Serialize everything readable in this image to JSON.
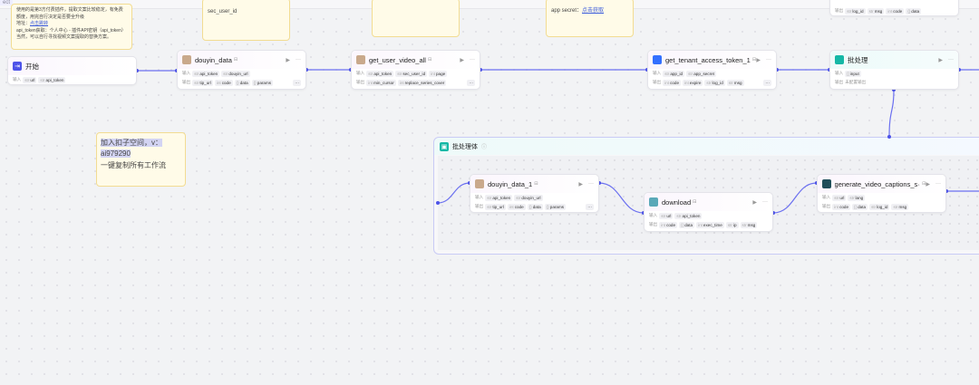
{
  "topbar": {
    "tag": "ect"
  },
  "notes": {
    "plugin_note": {
      "line1": "使用的是第3方付费插件，提取文案比较稳定，有免费额度，用完自行决定是否要全升级",
      "addr_label": "地址：",
      "addr_link": "点击跳转",
      "line3": "api_token获取：个人中心 - 插件API密钥（api_token）",
      "line4": "当然，可以自行寻找视频文案提取的替换方案。"
    },
    "note2": {
      "text": "sec_user_id"
    },
    "note4": {
      "text": "app secret：",
      "link": "点击获取"
    },
    "promo": {
      "line1": "加入扣子空间，v：",
      "line2": "ai979290",
      "line3": "一键复制所有工作流"
    }
  },
  "labels": {
    "in": "输入",
    "out": "输出"
  },
  "nodes": [
    {
      "id": "start",
      "title": "开始",
      "icon": "start-icon",
      "color": "#4d53e8",
      "inputs": [
        [
          "str",
          "url"
        ],
        [
          "str",
          "api_token"
        ]
      ],
      "outputs": null
    },
    {
      "id": "douyin_data",
      "title": "douyin_data",
      "icon": "avatar-icon",
      "color": "#c9a98c",
      "inputs": [
        [
          "str",
          "api_token"
        ],
        [
          "str",
          "douyin_url"
        ]
      ],
      "outputs": [
        [
          "str",
          "tip_url"
        ],
        [
          "int",
          "code"
        ],
        [
          "{}",
          "data"
        ],
        [
          "{}",
          "params"
        ]
      ],
      "more": true
    },
    {
      "id": "get_user_video_all",
      "title": "get_user_video_all",
      "icon": "avatar-icon",
      "color": "#c9a98c",
      "inputs": [
        [
          "str",
          "api_token"
        ],
        [
          "str",
          "sec_user_id"
        ],
        [
          "int",
          "page"
        ]
      ],
      "outputs": [
        [
          "int",
          "min_cursor"
        ],
        [
          "int",
          "replace_series_cover"
        ]
      ],
      "more": true
    },
    {
      "id": "get_tenant_access_token_1",
      "title": "get_tenant_access_token_1",
      "icon": "feishu-icon",
      "color": "#3370ff",
      "inputs": [
        [
          "str",
          "app_id"
        ],
        [
          "str",
          "app_secret"
        ]
      ],
      "outputs": [
        [
          "int",
          "code"
        ],
        [
          "int",
          "expire"
        ],
        [
          "str",
          "log_id"
        ],
        [
          "str",
          "msg"
        ]
      ],
      "more": true
    },
    {
      "id": "batch",
      "title": "批处理",
      "icon": "batch-icon",
      "color": "#14b8a6",
      "teal": true,
      "inputs": [
        [
          "[]",
          "input"
        ]
      ],
      "outputs_text": "未配置输出"
    },
    {
      "id": "douyin_data_1",
      "title": "douyin_data_1",
      "icon": "avatar-icon",
      "color": "#c9a98c",
      "inputs": [
        [
          "str",
          "api_token"
        ],
        [
          "str",
          "douyin_url"
        ]
      ],
      "outputs": [
        [
          "str",
          "tip_url"
        ],
        [
          "int",
          "code"
        ],
        [
          "{}",
          "data"
        ],
        [
          "{}",
          "params"
        ]
      ],
      "more": true
    },
    {
      "id": "download",
      "title": "download",
      "icon": "download-icon",
      "color": "#5aa9b8",
      "inputs": [
        [
          "str",
          "url"
        ],
        [
          "str",
          "api_token"
        ]
      ],
      "outputs": [
        [
          "int",
          "code"
        ],
        [
          "{}",
          "data"
        ],
        [
          "int",
          "exec_time"
        ],
        [
          "str",
          "ip"
        ],
        [
          "str",
          "msg"
        ]
      ]
    },
    {
      "id": "generate_video_captions",
      "title": "generate_video_captions_s···",
      "icon": "captions-icon",
      "color": "#1f4f5a",
      "inputs": [
        [
          "str",
          "url"
        ],
        [
          "str",
          "lang"
        ]
      ],
      "outputs": [
        [
          "int",
          "code"
        ],
        [
          "{}",
          "data"
        ],
        [
          "str",
          "log_id"
        ],
        [
          "str",
          "msg"
        ]
      ]
    }
  ],
  "top_partial_node": {
    "outputs": [
      [
        "str",
        "log_id"
      ],
      [
        "str",
        "msg"
      ],
      [
        "int",
        "code"
      ],
      [
        "{}",
        "data"
      ]
    ]
  },
  "batch_body": {
    "title": "批处理体",
    "icon": "batch-icon"
  },
  "colors": {
    "accent": "#4d53e8",
    "note_bg": "#fffbe8",
    "edge": "#6b70f0"
  }
}
